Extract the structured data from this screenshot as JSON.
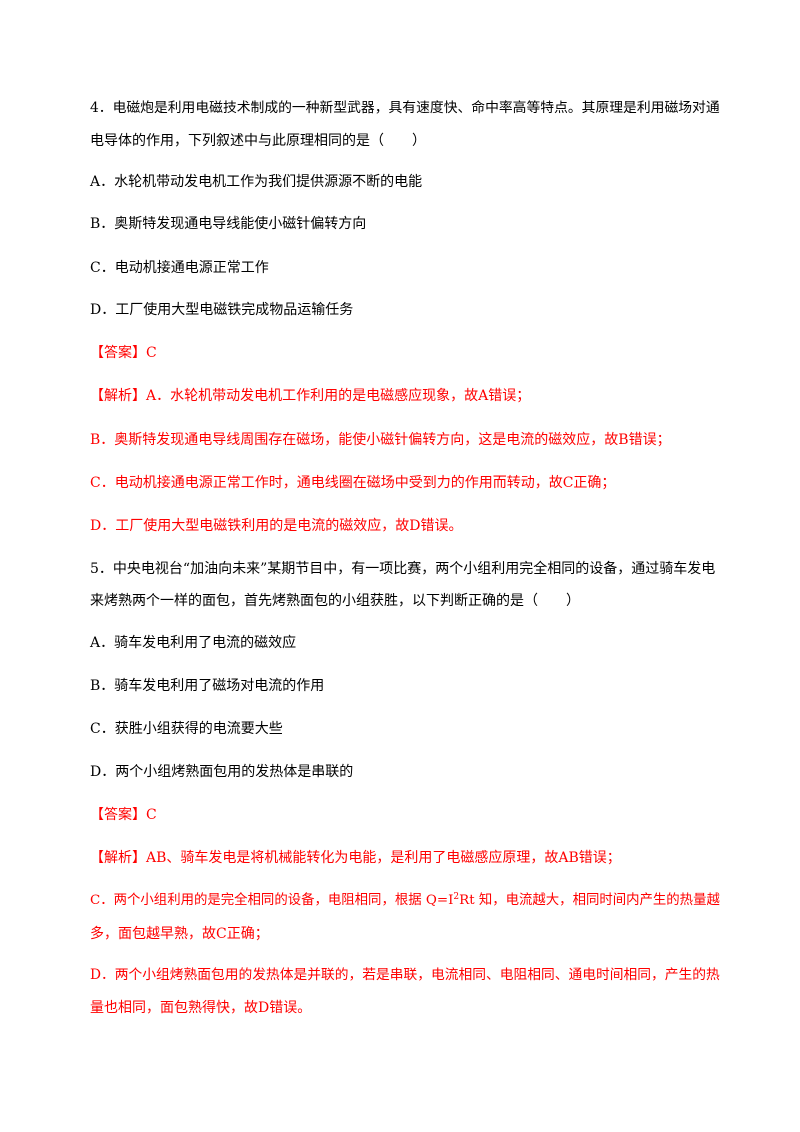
{
  "colors": {
    "text": "#000000",
    "accent": "#ff0000"
  },
  "q4": {
    "stem_line1": "4．电磁炮是利用电磁技术制成的一种新型武器，具有速度快、命中率高等特点。其原理是利用磁场对通",
    "stem_line2": "电导体的作用，下列叙述中与此原理相同的是（　　）",
    "option_a": "A．水轮机带动发电机工作为我们提供源源不断的电能",
    "option_b": "B．奥斯特发现通电导线能使小磁针偏转方向",
    "option_c": "C．电动机接通电源正常工作",
    "option_d": "D．工厂使用大型电磁铁完成物品运输任务",
    "answer_label": "【答案】",
    "answer_value": "C",
    "analysis_label": "【解析】",
    "analysis_a": "A．水轮机带动发电机工作利用的是电磁感应现象，故A错误；",
    "analysis_b": "B．奥斯特发现通电导线周围存在磁场，能使小磁针偏转方向，这是电流的磁效应，故B错误；",
    "analysis_c": "C．电动机接通电源正常工作时，通电线圈在磁场中受到力的作用而转动，故C正确；",
    "analysis_d": "D．工厂使用大型电磁铁利用的是电流的磁效应，故D错误。"
  },
  "q5": {
    "stem_line1": "5．中央电视台“加油向未来”某期节目中，有一项比赛，两个小组利用完全相同的设备，通过骑车发电",
    "stem_line2": "来烤熟两个一样的面包，首先烤熟面包的小组获胜，以下判断正确的是（　　）",
    "option_a": "A．骑车发电利用了电流的磁效应",
    "option_b": "B．骑车发电利用了磁场对电流的作用",
    "option_c": "C．获胜小组获得的电流要大些",
    "option_d": "D．两个小组烤熟面包用的发热体是串联的",
    "answer_label": "【答案】",
    "answer_value": "C",
    "analysis_label": "【解析】",
    "analysis_ab": "AB、骑车发电是将机械能转化为电能，是利用了电磁感应原理，故AB错误；",
    "analysis_c_part1": "C．两个小组利用的是完全相同的设备，电阻相同，根据 Q=I",
    "analysis_c_sup": "2",
    "analysis_c_part2": "Rt 知，电流越大，相同时间内产生的热量越",
    "analysis_c_line2": "多，面包越早熟，故C正确；",
    "analysis_d_line1": "D．两个小组烤熟面包用的发热体是并联的，若是串联，电流相同、电阻相同、通电时间相同，产生的热",
    "analysis_d_line2": "量也相同，面包熟得快，故D错误。"
  }
}
